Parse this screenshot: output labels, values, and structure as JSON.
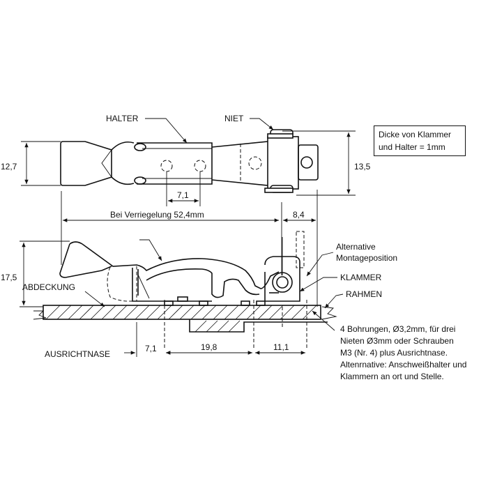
{
  "labels": {
    "halter": "HALTER",
    "niet": "NIET",
    "dim_12_7": "12,7",
    "dim_13_5": "13,5",
    "dim_7_1_top": "7,1",
    "verriegelung": "Bei Verriegelung 52,4mm",
    "dim_8_4": "8,4",
    "dim_17_5": "17,5",
    "abdeckung": "ABDECKUNG",
    "alternative_line1": "Alternative",
    "alternative_line2": "Montageposition",
    "klammer": "KLAMMER",
    "rahmen": "RAHMEN",
    "ausrichtnase": "AUSRICHTNASE",
    "dim_7_1_bottom": "7,1",
    "dim_19_8": "19,8",
    "dim_11_1": "11,1"
  },
  "note_box": {
    "line1": "Dicke von Klammer",
    "line2": "und Halter = 1mm"
  },
  "note_block": {
    "lines": [
      "4 Bohrungen, Ø3,2mm, für drei",
      "Nieten Ø3mm oder Schrauben",
      "M3 (Nr. 4) plus Ausrichtnase.",
      "Altenrnative: Anschweißhalter und",
      "Klammern an ort und Stelle."
    ]
  }
}
